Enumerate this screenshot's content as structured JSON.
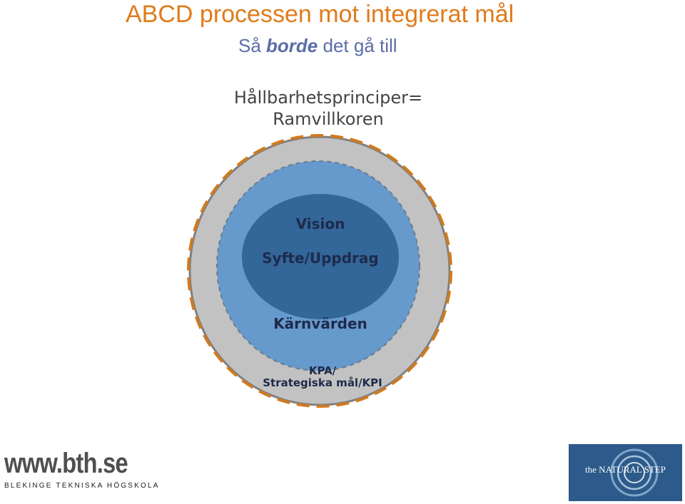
{
  "title": "ABCD processen mot integrerat mål",
  "subtitle": {
    "prefix": "Så",
    "emphasis": "borde",
    "suffix": "det gå till"
  },
  "principles": {
    "line1": "Hållbarhetsprinciper=",
    "line2": "Ramvillkoren"
  },
  "diagram": {
    "inner": {
      "line1": "Vision",
      "line2": "Syfte/Uppdrag"
    },
    "middle": "Kärnvärden",
    "outer": {
      "line1": "KPA/",
      "line2": "Strategiska mål/KPI"
    }
  },
  "logos": {
    "bth_url": "www.bth.se",
    "bth_name": "BLEKINGE TEKNISKA HÖGSKOLA",
    "tns_text": "the NATURAL STEP"
  },
  "colors": {
    "title": "#e07b1a",
    "subtitle": "#5a6ea8",
    "outer_ring": "#c2c2c2",
    "middle_ring": "#6699cc",
    "inner_core": "#336699",
    "dash": "#d07a1e",
    "tns_bg": "#2c5a8a"
  }
}
